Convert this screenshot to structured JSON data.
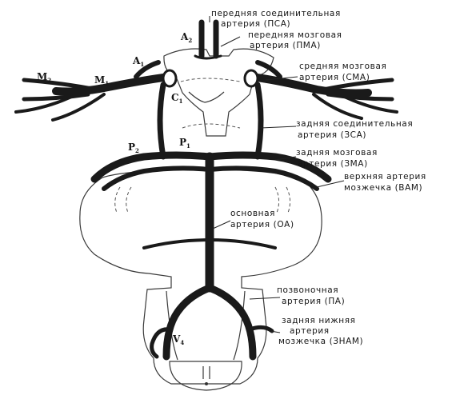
{
  "labels": {
    "psa": [
      "передняя соединительная",
      "артерия (ПСА)"
    ],
    "pma": [
      "передняя мозговая",
      "артерия (ПМА)"
    ],
    "sma": [
      "средняя мозговая",
      "артерия (СМА)"
    ],
    "zsa": [
      "задняя соединительная",
      "артерия (ЗСА)"
    ],
    "zma": [
      "задняя мозговая",
      "артерия (ЗМА)"
    ],
    "vam": [
      "верхняя артерия",
      "мозжечка (ВАМ)"
    ],
    "oa": [
      "основная",
      "артерия (ОА)"
    ],
    "pa": [
      "позвоночная",
      "артерия (ПА)"
    ],
    "znam": [
      "задняя нижняя",
      "артерия",
      "мозжечка (ЗНАМ)"
    ]
  },
  "segments": {
    "a2": {
      "main": "A",
      "sub": "2"
    },
    "a1": {
      "main": "A",
      "sub": "1"
    },
    "m2": {
      "main": "M",
      "sub": "2"
    },
    "m1": {
      "main": "M",
      "sub": "1"
    },
    "c1": {
      "main": "C",
      "sub": "1"
    },
    "p2": {
      "main": "P",
      "sub": "2"
    },
    "p1": {
      "main": "P",
      "sub": "1"
    },
    "v4": {
      "main": "V",
      "sub": "4"
    }
  }
}
